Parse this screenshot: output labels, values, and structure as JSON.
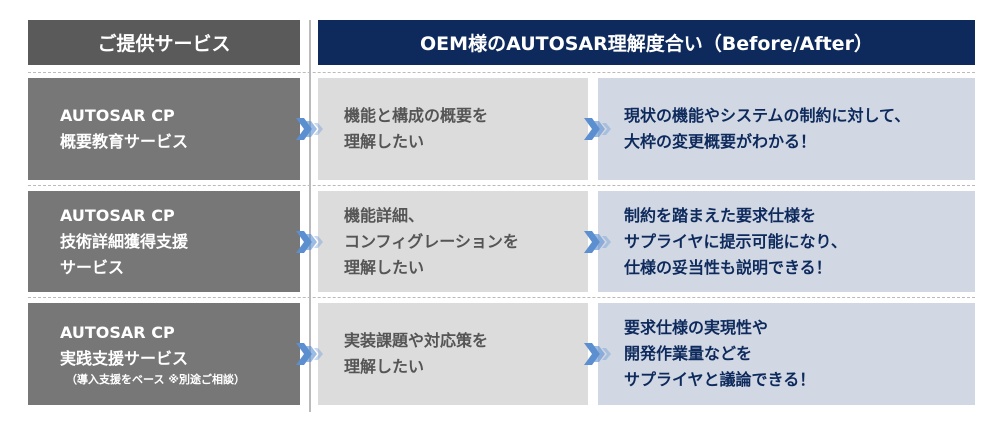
{
  "header": {
    "left": "ご提供サービス",
    "right": "OEM様のAUTOSAR理解度合い（Before/After）"
  },
  "rows": [
    {
      "service": [
        "AUTOSAR CP",
        "概要教育サービス"
      ],
      "before": [
        "機能と構成の概要を",
        "理解したい"
      ],
      "after": [
        "現状の機能やシステムの制約に対して、",
        "大枠の変更概要がわかる！"
      ]
    },
    {
      "service": [
        "AUTOSAR CP",
        "技術詳細獲得支援",
        "サービス"
      ],
      "before": [
        "機能詳細、",
        "コンフィグレーションを",
        "理解したい"
      ],
      "after": [
        "制約を踏まえた要求仕様を",
        "サプライヤに提示可能になり、",
        "仕様の妥当性も説明できる！"
      ]
    },
    {
      "service": [
        "AUTOSAR CP",
        "実践支援サービス"
      ],
      "note": "（導入支援をベース ※別途ご相談）",
      "before": [
        "実装課題や対応策を",
        "理解したい"
      ],
      "after": [
        "要求仕様の実現性や",
        "開発作業量などを",
        "サプライヤと議論できる！"
      ]
    }
  ],
  "colors": {
    "navy": "#0e2a5c",
    "arrow": "#5b8fd0"
  }
}
